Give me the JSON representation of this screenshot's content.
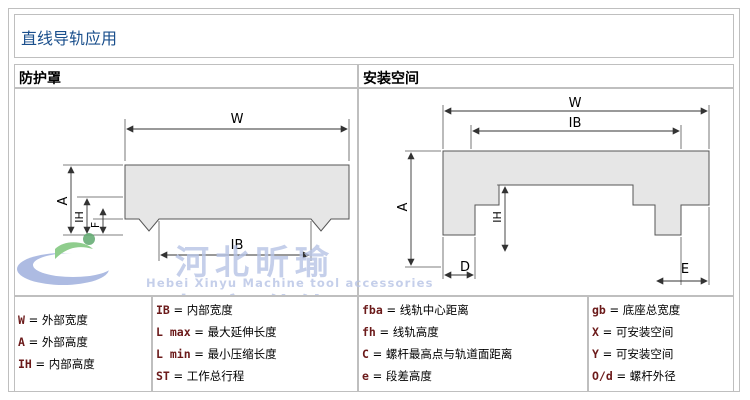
{
  "page_title": "直线导轨应用",
  "left": {
    "header": "防护罩",
    "labels": {
      "w": "W",
      "a": "A",
      "ih": "IH",
      "f": "F",
      "ib": "IB"
    }
  },
  "right": {
    "header": "安装空间",
    "labels": {
      "w": "W",
      "ib": "IB",
      "a": "A",
      "ih": "IH",
      "d": "D",
      "e": "E"
    }
  },
  "watermark": {
    "cn": "河北昕瑜机床附件",
    "en": "Hebei Xinyu Machine tool accessories"
  },
  "legend": {
    "col1": [
      {
        "sym": "W",
        "text": "= 外部宽度"
      },
      {
        "sym": "A",
        "text": "= 外部高度"
      },
      {
        "sym": "IH",
        "text": "= 内部高度"
      }
    ],
    "col2": [
      {
        "sym": "IB",
        "text": "= 内部宽度"
      },
      {
        "sym": "L max",
        "text": "= 最大延伸长度"
      },
      {
        "sym": "L min",
        "text": "= 最小压缩长度"
      },
      {
        "sym": "ST",
        "text": "= 工作总行程"
      }
    ],
    "col3": [
      {
        "sym": "fba",
        "text": "= 线轨中心距离"
      },
      {
        "sym": "fh",
        "text": "= 线轨高度"
      },
      {
        "sym": "C",
        "text": "= 螺杆最高点与轨道面距离"
      },
      {
        "sym": "e",
        "text": "= 段差高度"
      }
    ],
    "col4": [
      {
        "sym": "gb",
        "text": "= 底座总宽度"
      },
      {
        "sym": "X",
        "text": "= 可安装空间"
      },
      {
        "sym": "Y",
        "text": "= 可安装空间"
      },
      {
        "sym": "O/d",
        "text": "= 螺杆外径"
      }
    ]
  },
  "colors": {
    "title": "#1a4f8c",
    "shape_fill": "#e6e6e6",
    "shape_stroke": "#555555"
  }
}
